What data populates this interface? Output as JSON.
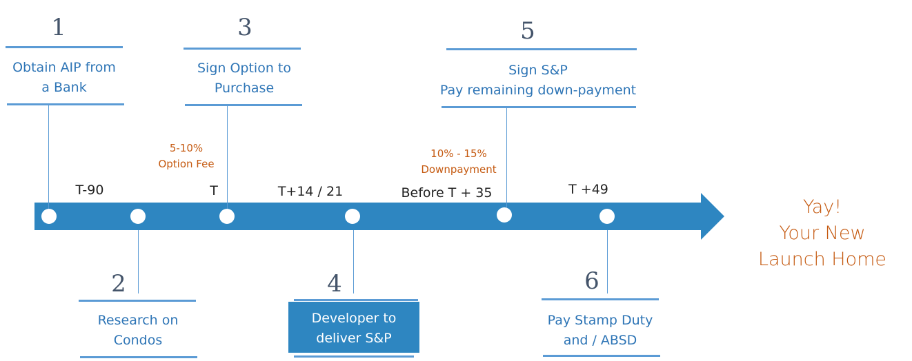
{
  "steps": [
    {
      "number": "1",
      "label": [
        "Obtain AIP from",
        "a Bank"
      ]
    },
    {
      "number": "2",
      "label": [
        "Research on",
        "Condos"
      ]
    },
    {
      "number": "3",
      "label": [
        "Sign Option to",
        "Purchase"
      ]
    },
    {
      "number": "4",
      "label": [
        "Developer to",
        "deliver S&P"
      ]
    },
    {
      "number": "5",
      "label": [
        "Sign S&P",
        "Pay remaining down-payment"
      ]
    },
    {
      "number": "6",
      "label": [
        "Pay Stamp Duty",
        "and / ABSD"
      ]
    }
  ],
  "timeline": {
    "markers": [
      "T-90",
      "T",
      "T+14 / 21",
      "Before T + 35",
      "T +49"
    ],
    "notes": [
      {
        "line1": "5-10%",
        "line2": "Option Fee"
      },
      {
        "line1": "10% - 15%",
        "line2": "Downpayment"
      }
    ]
  },
  "finale": {
    "line1": "Yay!",
    "line2": "Your New",
    "line3": "Launch Home"
  },
  "colors": {
    "arrow": "#2e86c1",
    "accent_text": "#2e75b6",
    "orange": "#c55a11",
    "rule": "#5b9bd5"
  }
}
